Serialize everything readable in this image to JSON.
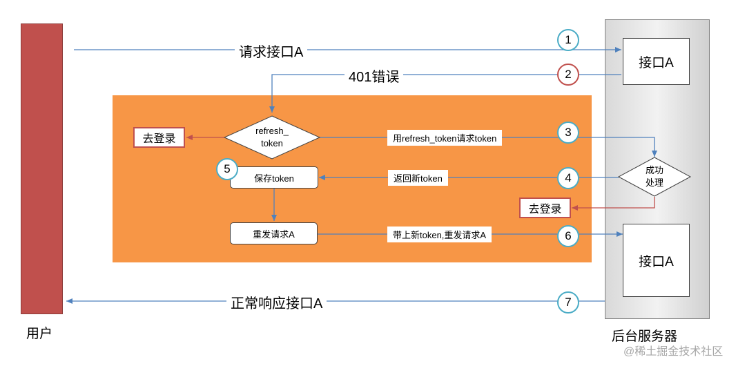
{
  "steps": {
    "s1": {
      "number": "1",
      "label": "请求接口A"
    },
    "s2": {
      "number": "2",
      "label": "401错误"
    },
    "s3": {
      "number": "3",
      "label": "用refresh_token请求token"
    },
    "s4": {
      "number": "4",
      "label": "返回新token"
    },
    "s5": {
      "number": "5"
    },
    "s6": {
      "number": "6",
      "label": "带上新token,重发请求A"
    },
    "s7": {
      "number": "7",
      "label": "正常响应接口A"
    }
  },
  "nodes": {
    "refresh_line1": "refresh_",
    "refresh_line2": "token",
    "success_line1": "成功",
    "success_line2": "处理",
    "save_token": "保存token",
    "resend": "重发请求A",
    "login_left": "去登录",
    "login_right": "去登录",
    "api_top": "接口A",
    "api_bottom": "接口A"
  },
  "actors": {
    "user": "用户",
    "server": "后台服务器"
  },
  "watermark": "@稀土掘金技术社区",
  "colors": {
    "user_bar": "#c0504d",
    "orange_panel": "#f79646",
    "arrow_blue": "#4f81bd",
    "arrow_red": "#c0504d",
    "circle_border": "#4bacc6"
  }
}
